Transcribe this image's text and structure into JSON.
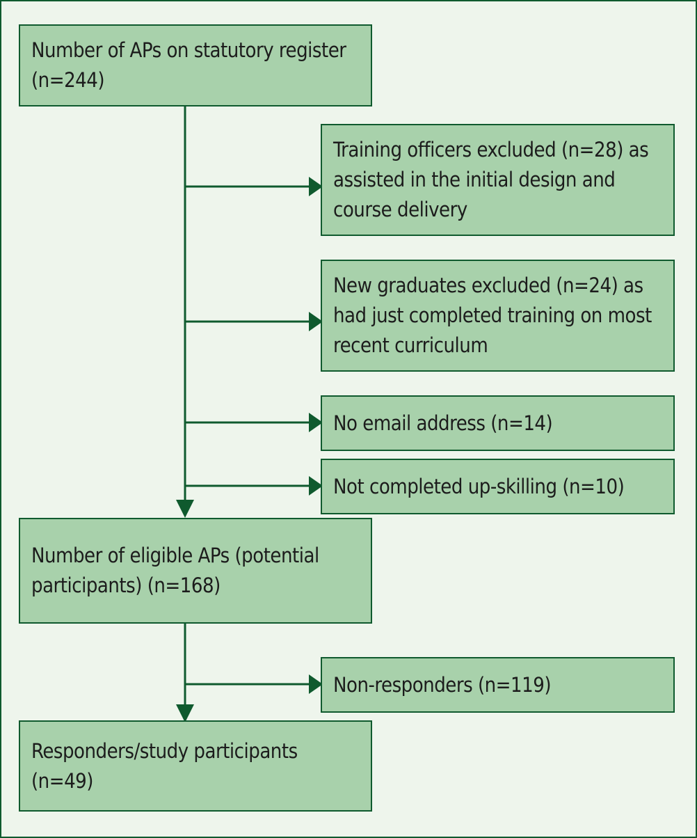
{
  "flowchart": {
    "boxes": [
      {
        "id": "register",
        "text": "Number of APs on statutory register (n=244)"
      },
      {
        "id": "exclude-training-officers",
        "text": "Training officers excluded (n=28) as assisted in the initial design and course delivery"
      },
      {
        "id": "exclude-new-graduates",
        "text": "New graduates excluded (n=24) as had just completed training on most recent curriculum"
      },
      {
        "id": "exclude-no-email",
        "text": "No email address (n=14)"
      },
      {
        "id": "exclude-upskilling",
        "text": "Not completed up-skilling (n=10)"
      },
      {
        "id": "eligible",
        "text": "Number of eligible APs (potential participants) (n=168)"
      },
      {
        "id": "non-responders",
        "text": "Non-responders (n=119)"
      },
      {
        "id": "responders",
        "text": "Responders/study participants (n=49)"
      }
    ],
    "edges": [
      {
        "from": "register",
        "to": "exclude-training-officers"
      },
      {
        "from": "register",
        "to": "exclude-new-graduates"
      },
      {
        "from": "register",
        "to": "exclude-no-email"
      },
      {
        "from": "register",
        "to": "exclude-upskilling"
      },
      {
        "from": "register",
        "to": "eligible"
      },
      {
        "from": "eligible",
        "to": "non-responders"
      },
      {
        "from": "eligible",
        "to": "responders"
      }
    ],
    "colors": {
      "background": "#eef5ec",
      "box_fill": "#a8d1ab",
      "line": "#0f5a2e"
    }
  }
}
